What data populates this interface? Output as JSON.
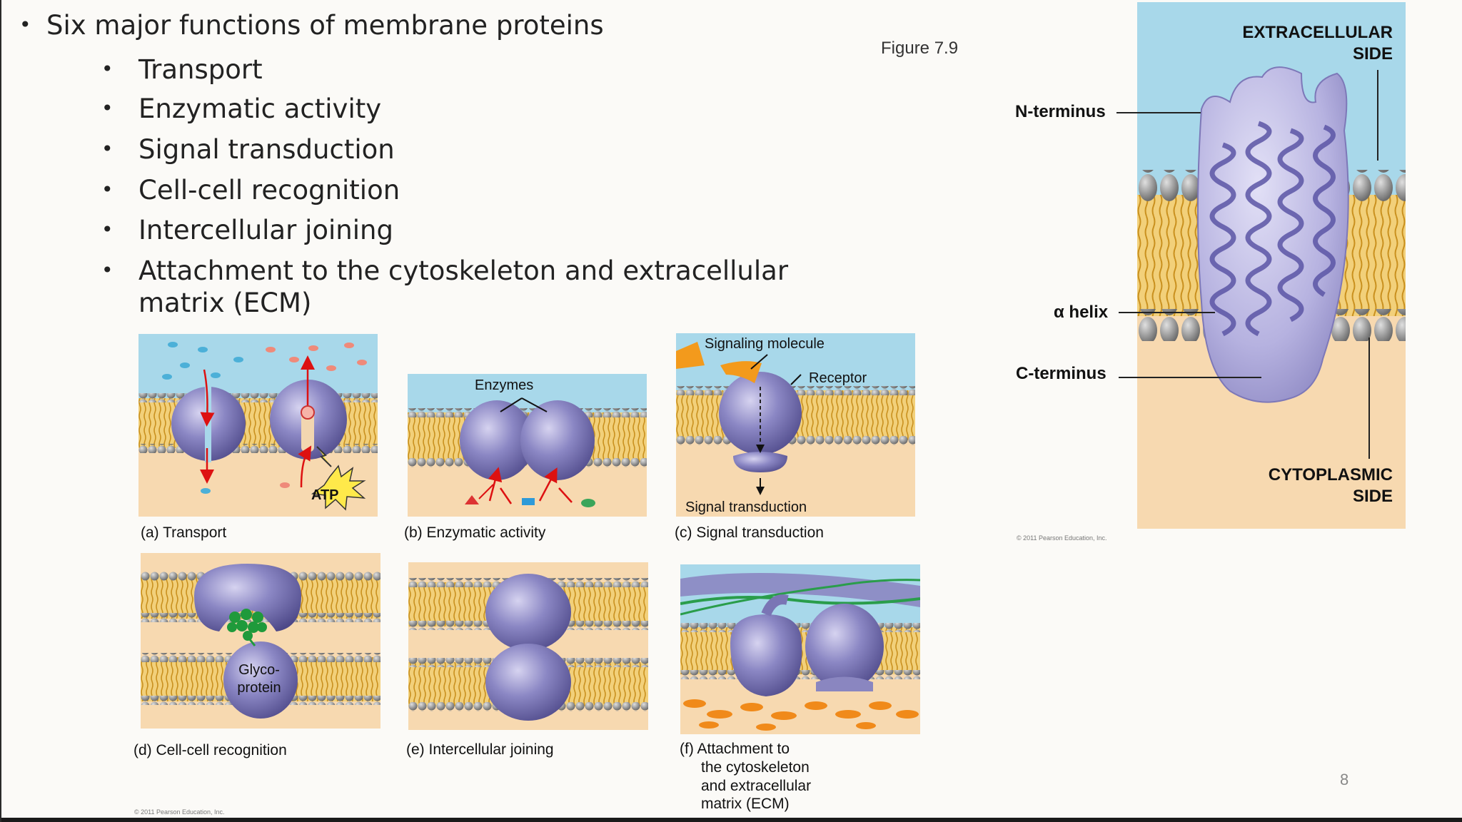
{
  "bullets": {
    "main": "Six major functions of membrane proteins",
    "items": [
      "Transport",
      "Enzymatic activity",
      "Signal transduction",
      "Cell-cell recognition",
      "Intercellular joining",
      "Attachment to the cytoskeleton and extracellular"
    ],
    "item6_line2": "matrix (ECM)",
    "bullet_glyph": "•"
  },
  "figure_label": "Figure 7.9",
  "page_number": "8",
  "panels": {
    "a": {
      "caption": "(a) Transport",
      "atp": "ATP"
    },
    "b": {
      "caption": "(b) Enzymatic activity",
      "label": "Enzymes"
    },
    "c": {
      "caption": "(c) Signal transduction",
      "signal": "Signaling molecule",
      "receptor": "Receptor",
      "output": "Signal transduction"
    },
    "d": {
      "caption": "(d) Cell-cell recognition",
      "glyco1": "Glyco-",
      "glyco2": "protein"
    },
    "e": {
      "caption": "(e) Intercellular joining"
    },
    "f": {
      "caption1": "(f) Attachment to",
      "caption2": "the cytoskeleton",
      "caption3": "and extracellular",
      "caption4": "matrix (ECM)"
    }
  },
  "structure_figure": {
    "extracellular1": "EXTRACELLULAR",
    "extracellular2": "SIDE",
    "cytoplasmic1": "CYTOPLASMIC",
    "cytoplasmic2": "SIDE",
    "n_terminus": "N-terminus",
    "alpha_helix": "α helix",
    "c_terminus": "C-terminus"
  },
  "copyright": "© 2011 Pearson Education, Inc.",
  "colors": {
    "water": "#a8d8ea",
    "cytoplasm": "#f7d9b0",
    "lipid_head": "#9a9a9a",
    "lipid_tail": "#e7b84a",
    "protein": "#8a86c0"
  }
}
